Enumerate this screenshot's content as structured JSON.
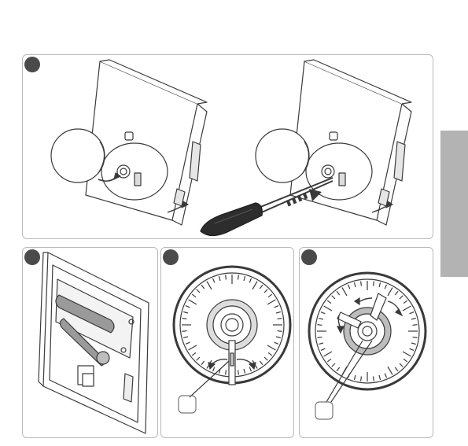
{
  "figure": {
    "panels": [
      {
        "id": "top",
        "badge_color": "#4a4a4a"
      },
      {
        "id": "battery",
        "badge_color": "#4a4a4a"
      },
      {
        "id": "dial-single",
        "badge_color": "#4a4a4a"
      },
      {
        "id": "dial-double",
        "badge_color": "#4a4a4a"
      }
    ],
    "colors": {
      "line": "#3a3a3a",
      "panel_border": "#b9b9b9",
      "side_tab": "#b3b3b3",
      "screwdriver_handle": "#2d2d2d",
      "battery": "#9a9a9a"
    },
    "icons": [
      "screwdriver-icon",
      "battery-icon",
      "dial-icon",
      "rotate-arrow-icon",
      "push-arrow-icon"
    ]
  }
}
